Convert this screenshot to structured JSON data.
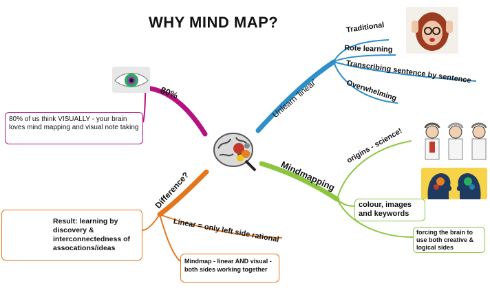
{
  "title": "WHY MIND MAP?",
  "branches": {
    "percent": {
      "label": "80%",
      "note": "80% of us think VISUALLY - your brain loves mind mapping and visual note taking"
    },
    "unlearn": {
      "label": "Unlearn 'linear'",
      "items": [
        "Traditional",
        "Rote learning",
        "Transcribing sentence by sentence",
        "Overwhelming"
      ]
    },
    "mindmapping": {
      "label": "Mindmapping",
      "origins": "origins - science!",
      "colour": "colour, images and keywords",
      "forcing": "forcing the brain to use both creative & logical sides"
    },
    "difference": {
      "label": "Difference?",
      "result": "Result: learning by discovery & interconnectedness of assocations/ideas",
      "linear": "Linear = only left side rational",
      "mindmap": "Mindmap - linear AND visual - both sides working together"
    }
  },
  "colors": {
    "percent": "#b5127f",
    "unlearn": "#2f8fc9",
    "mindmapping": "#8cc63f",
    "difference": "#e3761c"
  }
}
